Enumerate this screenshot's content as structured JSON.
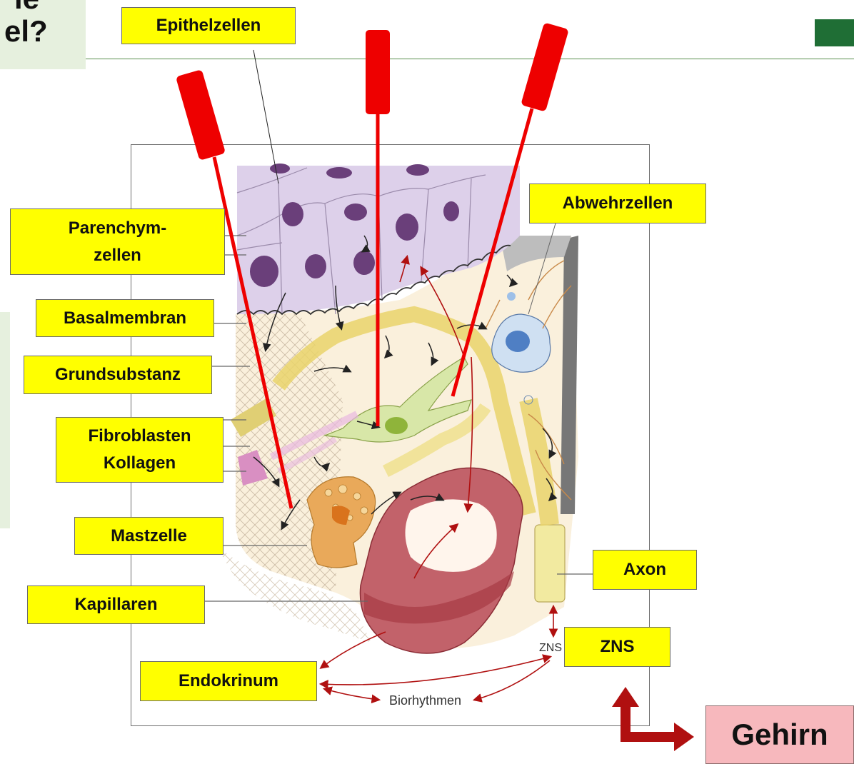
{
  "heading": {
    "fragment_line1": "ie",
    "fragment_line2": "el?"
  },
  "labels": {
    "epithelzellen": "Epithelzellen",
    "parenchym": "Parenchym-\nzellen",
    "basalmembran": "Basalmembran",
    "grundsubstanz": "Grundsubstanz",
    "fibroblasten": "Fibroblasten\nKollagen",
    "mastzelle": "Mastzelle",
    "kapillaren": "Kapillaren",
    "endokrinum": "Endokrinum",
    "abwehrzellen": "Abwehrzellen",
    "axon": "Axon",
    "zns": "ZNS"
  },
  "figure_text": {
    "zns_small": "ZNS",
    "biorhythmen": "Biorhythmen"
  },
  "callout": {
    "gehirn": "Gehirn"
  },
  "colors": {
    "label_fill": "#ffff00",
    "needle_red": "#ee0000",
    "arrow_dark_red": "#b01010",
    "callout_fill": "#f7b8bd",
    "accent_green": "#1f6e35"
  }
}
